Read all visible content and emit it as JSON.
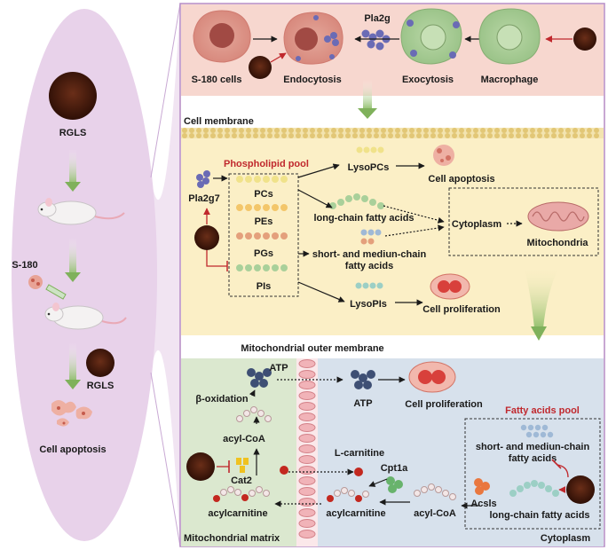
{
  "left_panel": {
    "rgls_top": "RGLS",
    "s180": "S-180",
    "rgls_bottom": "RGLS",
    "cell_apoptosis": "Cell apoptosis"
  },
  "top_section": {
    "s180_cells": "S-180 cells",
    "endocytosis": "Endocytosis",
    "pla2g": "Pla2g",
    "exocytosis": "Exocytosis",
    "macrophage": "Macrophage"
  },
  "cell_membrane": "Cell membrane",
  "middle_section": {
    "phospholipid_pool": "Phospholipid pool",
    "pla2g7": "Pla2g7",
    "pcs": "PCs",
    "pes": "PEs",
    "pgs": "PGs",
    "pis": "PIs",
    "lysopcs": "LysoPCs",
    "cell_apoptosis": "Cell apoptosis",
    "long_chain": "long-chain fatty acids",
    "short_medium_1": "short- and mediun-chain",
    "short_medium_2": "fatty acids",
    "cytoplasm": "Cytoplasm",
    "mitochondria": "Mitochondria",
    "lysopis": "LysoPIs",
    "cell_proliferation": "Cell proliferation"
  },
  "mito_outer_membrane": "Mitochondrial outer membrane",
  "bottom_section": {
    "atp_left": "ATP",
    "beta_oxidation": "β-oxidation",
    "acyl_coa_left": "acyl-CoA",
    "cat2": "Cat2",
    "acylcarnitine_left": "acylcarnitine",
    "mito_matrix": "Mitochondrial matrix",
    "atp_right": "ATP",
    "cell_proliferation": "Cell proliferation",
    "l_carnitine": "L-carnitine",
    "cpt1a": "Cpt1a",
    "acylcarnitine_right": "acylcarnitine",
    "acyl_coa_right": "acyl-CoA",
    "fatty_acids_pool": "Fatty acids pool",
    "short_medium_1": "short- and mediun-chain",
    "short_medium_2": "fatty acids",
    "acsls": "Acsls",
    "long_chain": "long-chain fatty acids",
    "cytoplasm": "Cytoplasm"
  },
  "colors": {
    "top_bg": "#f7d7cf",
    "middle_bg": "#fbefc6",
    "matrix_bg": "#dbe8cf",
    "cytoplasm_bg": "#d7e1ec",
    "left_oval": "#e8d2ea",
    "border": "#b58ac4",
    "red": "#c0282d",
    "green_arrow": "#7fb15b"
  }
}
